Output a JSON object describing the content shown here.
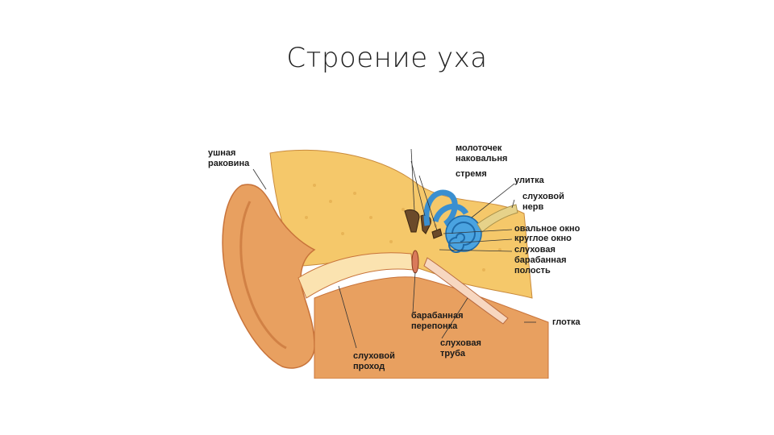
{
  "slide": {
    "title": "Строение уха"
  },
  "figure": {
    "labels": {
      "pinna": "ушная\nраковина",
      "malleus": "молоточек",
      "incus": "наковальня",
      "stapes": "стремя",
      "cochlea": "улитка",
      "auditory_nerve": "слуховой\nнерв",
      "oval_window": "овальное окно",
      "round_window": "круглое окно",
      "tympanic_cavity": "слуховая\nбарабанная\nполость",
      "eardrum": "барабанная\nперепонка",
      "pharynx": "глотка",
      "eustachian_tube": "слуховая\nтруба",
      "ear_canal": "слуховой\nпроход"
    },
    "colors": {
      "skin": "#e8a060",
      "skin_dark": "#c8733a",
      "bone": "#f5c86a",
      "inner_ear": "#3a8fd0",
      "nerve": "#e6d28a",
      "canal_lining": "#fbe3b0"
    }
  }
}
